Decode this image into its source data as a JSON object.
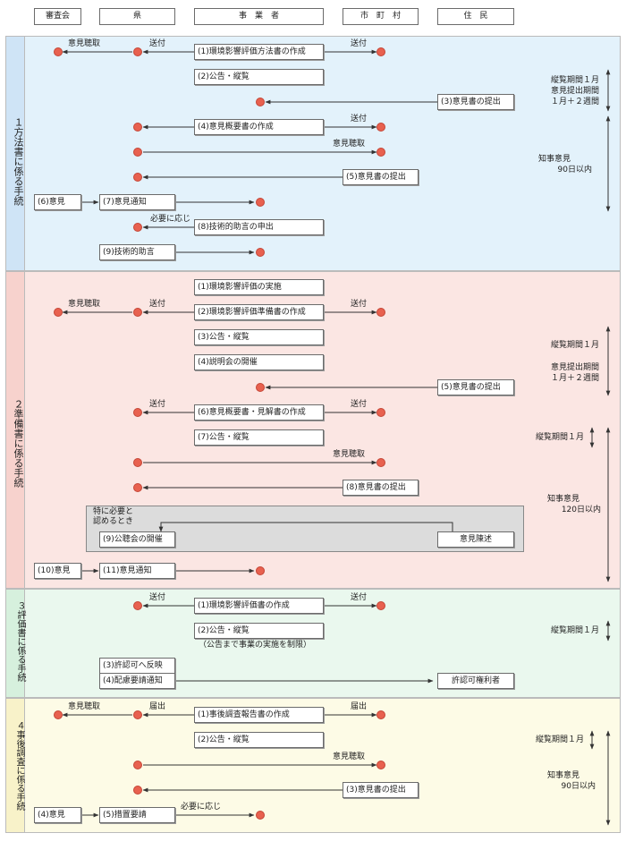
{
  "headers": {
    "shinsakai": "審査会",
    "ken": "県",
    "jigyosha": "事　業　者",
    "shichoson": "市　町　村",
    "jumin": "住　民"
  },
  "section1": {
    "title": "１方法書に係る手続",
    "steps": [
      "(1)環境影響評価方法書の作成",
      "(2)公告・縦覧",
      "(3)意見書の提出",
      "(4)意見概要書の作成",
      "(5)意見書の提出",
      "(6)意見",
      "(7)意見通知",
      "(8)技術的助言の申出",
      "(9)技術的助言"
    ],
    "labels": {
      "iken_chosh": "意見聴取",
      "sofu_a": "送付",
      "sofu_b": "送付",
      "sofu_c": "送付",
      "iken_chosh2": "意見聴取",
      "hitsuyo": "必要に応じ"
    },
    "side": {
      "a": "縦覧期間１月",
      "b": "意見提出期間",
      "c": "１月＋２週間",
      "d": "知事意見",
      "e": "90日以内"
    }
  },
  "section2": {
    "title": "２準備書に係る手続",
    "steps": [
      "(1)環境影響評価の実施",
      "(2)環境影響評価準備書の作成",
      "(3)公告・縦覧",
      "(4)説明会の開催",
      "(5)意見書の提出",
      "(6)意見概要書・見解書の作成",
      "(7)公告・縦覧",
      "(8)意見書の提出",
      "(9)公聴会の開催",
      "意見陳述",
      "(10)意見",
      "(11)意見通知"
    ],
    "labels": {
      "iken_chosh": "意見聴取",
      "sofu_a": "送付",
      "sofu_b": "送付",
      "sofu_c": "送付",
      "sofu_d": "送付",
      "iken_chosh2": "意見聴取",
      "tokuni1": "特に必要と",
      "tokuni2": "認めるとき"
    },
    "side": {
      "a": "縦覧期間１月",
      "b": "意見提出期間",
      "c": "１月＋２週間",
      "d": "縦覧期間１月",
      "e": "知事意見",
      "f": "120日以内"
    }
  },
  "section3": {
    "title": "３評価書に係る手続",
    "steps": [
      "(1)環境影響評価書の作成",
      "(2)公告・縦覧",
      "（公告まで事業の実施を制限）",
      "(3)許認可へ反映",
      "(4)配慮要請通知",
      "許認可権利者"
    ],
    "labels": {
      "sofu_a": "送付",
      "sofu_b": "送付"
    },
    "side": {
      "a": "縦覧期間１月"
    }
  },
  "section4": {
    "title": "４事後調査に係る手続",
    "steps": [
      "(1)事後調査報告書の作成",
      "(2)公告・縦覧",
      "(3)意見書の提出",
      "(4)意見",
      "(5)措置要請"
    ],
    "labels": {
      "iken_chosh": "意見聴取",
      "todoke_a": "届出",
      "todoke_b": "届出",
      "iken_chosh2": "意見聴取",
      "hitsuyo": "必要に応じ"
    },
    "side": {
      "a": "縦覧期間１月",
      "b": "知事意見",
      "c": "90日以内"
    }
  },
  "colors": {
    "sec1": "#e3f2fb",
    "sec2": "#fbe6e3",
    "sec3": "#eaf8ee",
    "sec4": "#fdfbe6",
    "tab1": "#cfe4f6",
    "tab2": "#f7d2cd",
    "tab3": "#d6f0dd",
    "tab4": "#f8f2c9",
    "dot": "#e8614f"
  }
}
